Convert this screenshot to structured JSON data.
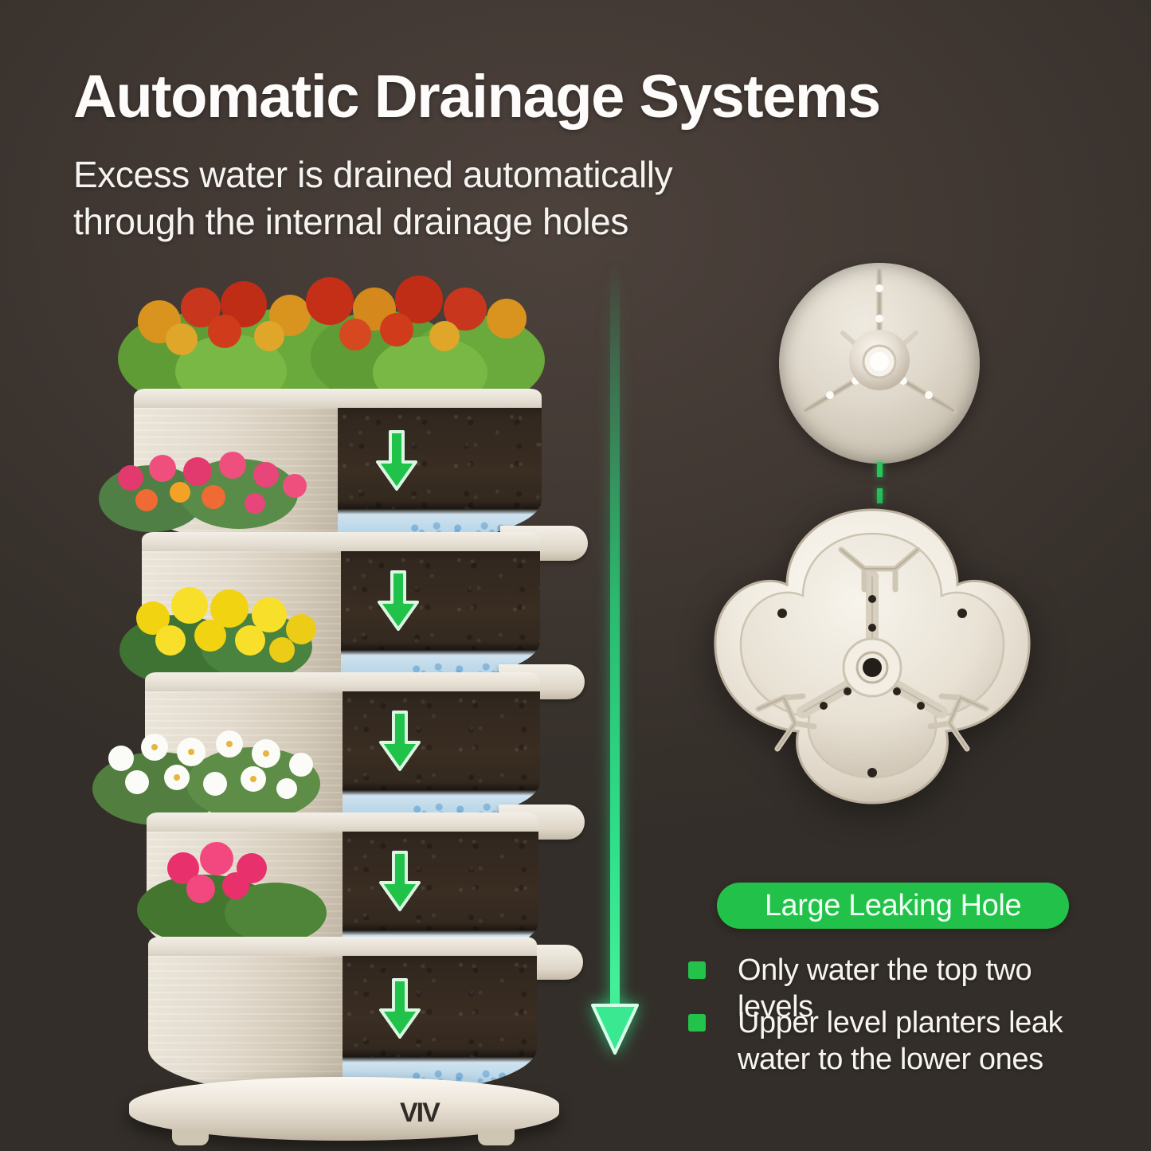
{
  "page": {
    "background_color": "#3a332e",
    "accent_green": "#22c24a",
    "arrow_green": "#2fe08a",
    "text_color": "#f7f5f2"
  },
  "header": {
    "title": "Automatic Drainage Systems",
    "subtitle_line_1": "Excess water is drained automatically",
    "subtitle_line_2": "through the internal drainage holes"
  },
  "product": {
    "watermark": "VIV",
    "tiers": [
      {
        "flower": "red chrysanthemum",
        "index": 1
      },
      {
        "flower": "pink portulaca",
        "index": 2
      },
      {
        "flower": "yellow geranium",
        "index": 3
      },
      {
        "flower": "white bacopa",
        "index": 4
      },
      {
        "flower": "pink geranium",
        "index": 5
      }
    ]
  },
  "callout": {
    "badge_label": "Large Leaking Hole",
    "bullets": [
      "Only water the top two levels",
      "Upper level planters leak water to the lower ones"
    ]
  },
  "icons": {
    "down_arrow": "down-arrow-icon",
    "drain_hole": "drain-hole-icon",
    "dashed_connector": "dashed-connector-icon"
  }
}
